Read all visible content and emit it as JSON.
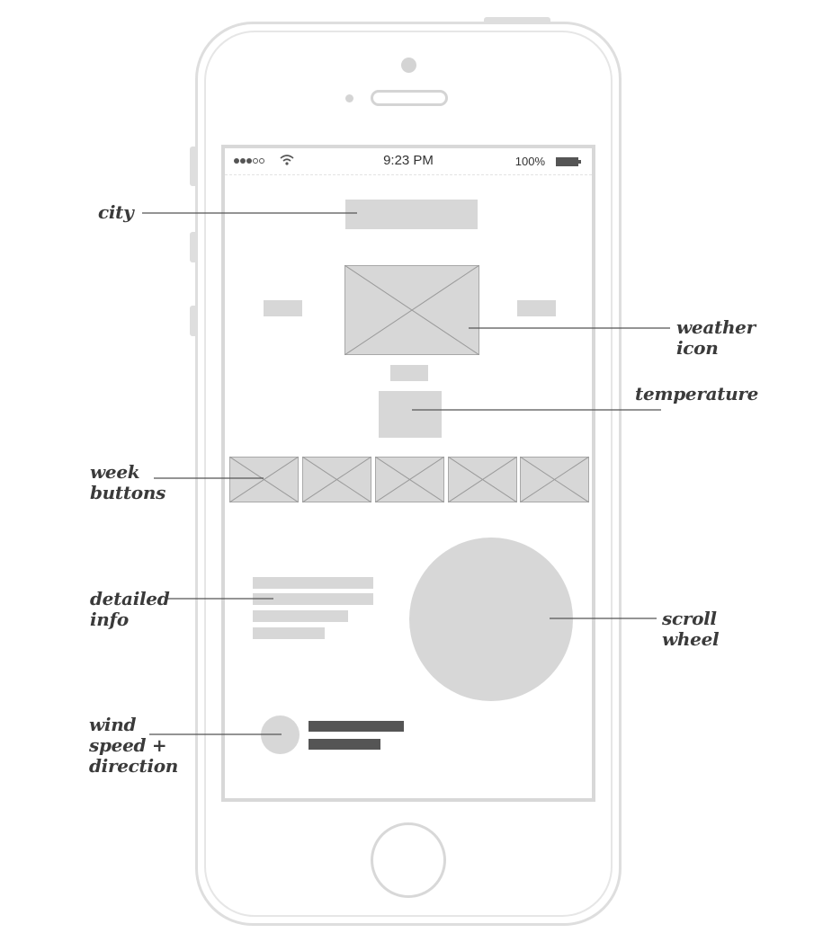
{
  "status_bar": {
    "time": "9:23 PM",
    "battery": "100%",
    "signal_icon": "signal-dots-icon",
    "wifi_icon": "wifi-icon",
    "battery_icon": "battery-icon"
  },
  "annotations": {
    "city": "city",
    "weather_icon": "weather\nicon",
    "temperature": "temperature",
    "week_buttons": "week\nbuttons",
    "detailed_info": "detailed\ninfo",
    "scroll_wheel": "scroll\nwheel",
    "wind": "wind\nspeed +\ndirection"
  },
  "colors": {
    "placeholder": "#d7d7d7",
    "dark_bar": "#555555",
    "phone_outline": "#dedede",
    "label_text": "#3a3a3a"
  }
}
